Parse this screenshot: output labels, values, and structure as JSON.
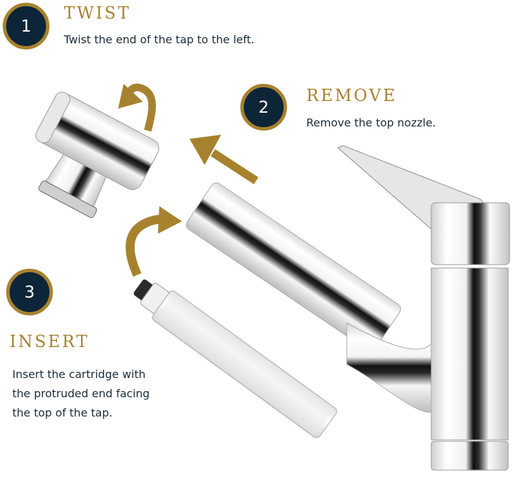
{
  "colors": {
    "accent_gold": "#a7822e",
    "badge_navy": "#0c2538",
    "text_dark": "#1b2b3a"
  },
  "steps": [
    {
      "number": "1",
      "title": "TWIST",
      "description": "Twist the end of the tap to the left.",
      "arrow_icon": "rotate-left-arrow"
    },
    {
      "number": "2",
      "title": "REMOVE",
      "description": "Remove the top nozzle.",
      "arrow_icon": "straight-arrow-up-left"
    },
    {
      "number": "3",
      "title": "INSERT",
      "description_lines": [
        "Insert the cartridge with",
        "the protruded end facing",
        "the top of the tap."
      ],
      "arrow_icon": "curved-arrow-right"
    }
  ],
  "illustration": {
    "parts": [
      "nozzle-head",
      "pull-out-hose-tube",
      "filter-cartridge",
      "faucet-body-with-lever"
    ]
  }
}
